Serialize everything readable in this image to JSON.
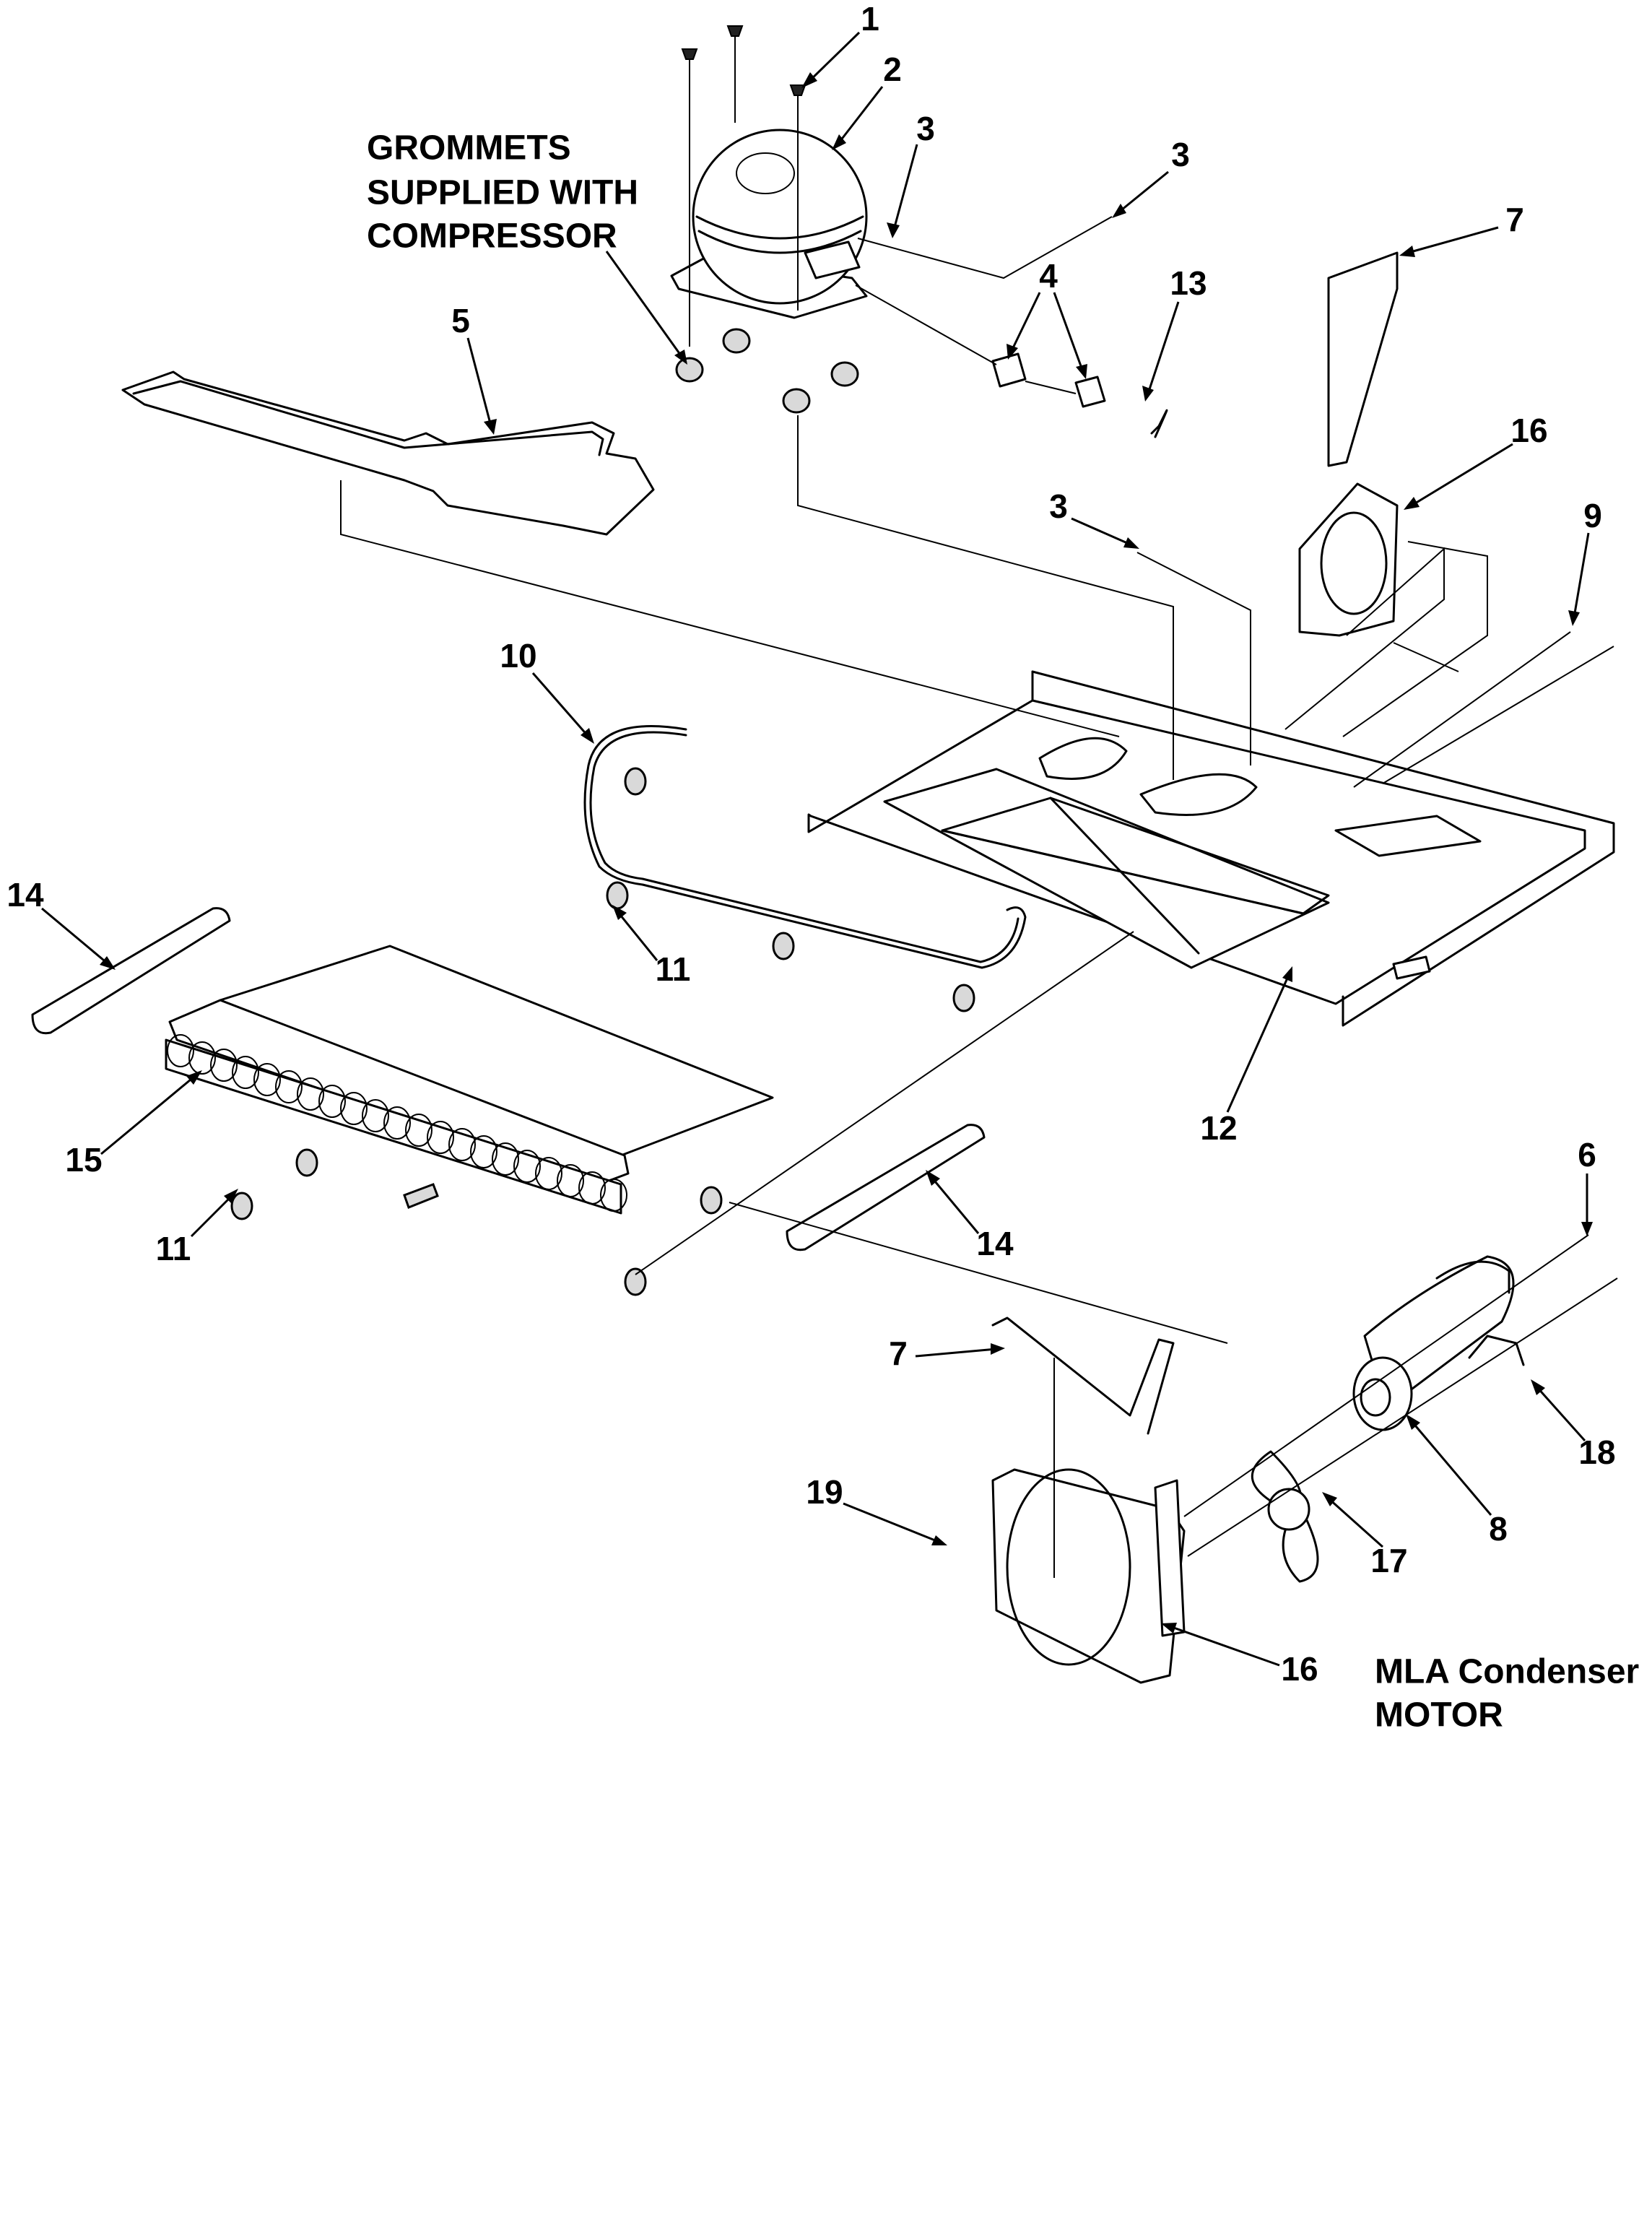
{
  "note_grommets": [
    "GROMMETS",
    "SUPPLIED WITH",
    "COMPRESSOR"
  ],
  "note_motor": [
    "MLA Condenser",
    "MOTOR"
  ],
  "callouts": [
    "1",
    "2",
    "3",
    "3",
    "3",
    "4",
    "5",
    "7",
    "13",
    "16",
    "9",
    "10",
    "14",
    "11",
    "15",
    "12",
    "11",
    "14",
    "6",
    "7",
    "19",
    "18",
    "8",
    "17",
    "16"
  ],
  "parts": [
    "compressor",
    "drain-pan",
    "base-pan",
    "condenser-coil",
    "condenser-tube",
    "shroud-upper",
    "shroud-lower",
    "fan-motor",
    "fan-blade",
    "motor-bracket"
  ]
}
